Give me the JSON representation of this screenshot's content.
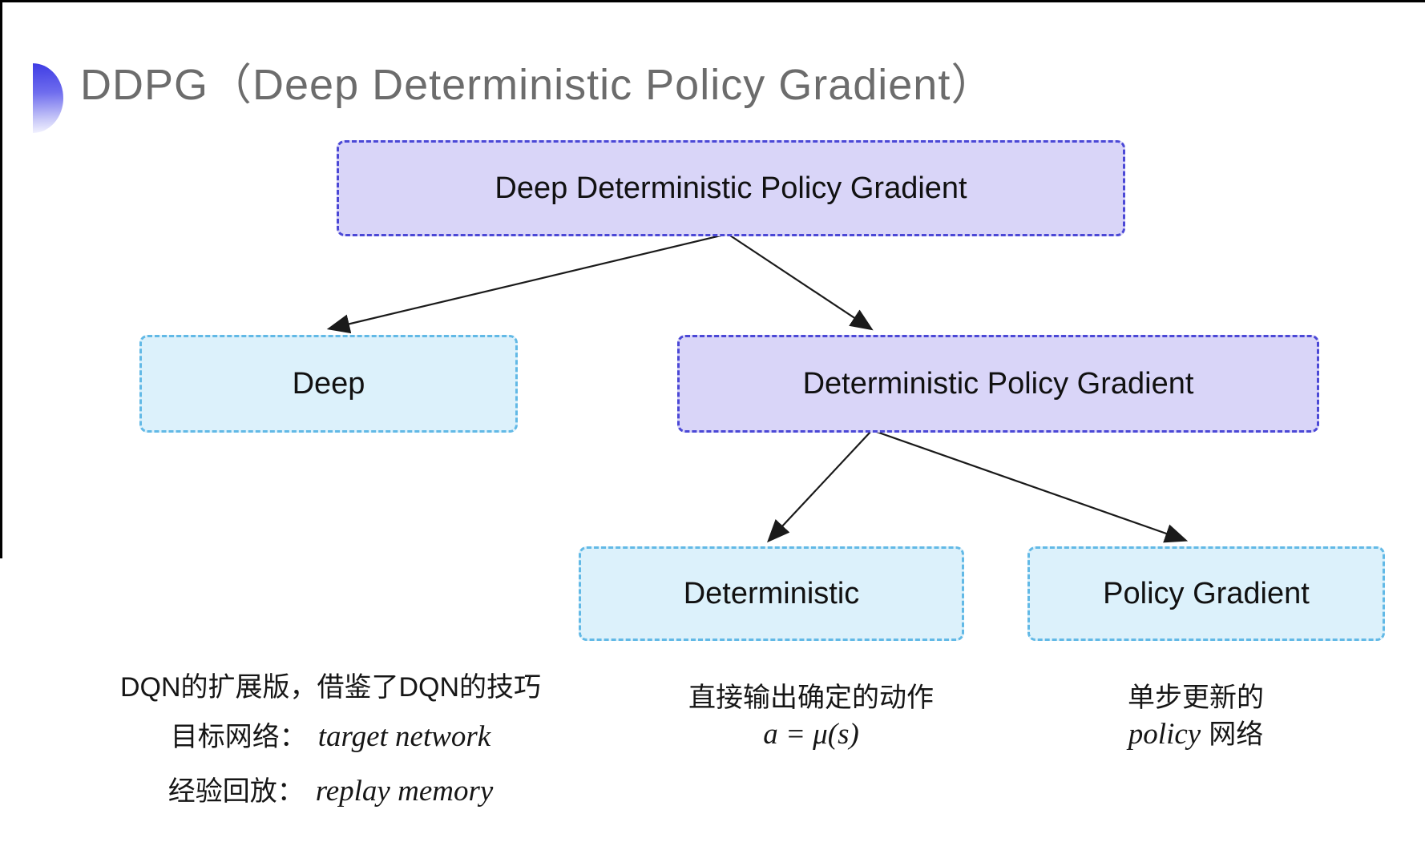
{
  "title": "DDPG（Deep Deterministic Policy Gradient）",
  "tree": {
    "root": {
      "label": "Deep Deterministic Policy Gradient"
    },
    "level2": [
      {
        "label": "Deep"
      },
      {
        "label": "Deterministic Policy Gradient"
      }
    ],
    "level3": [
      {
        "label": "Deterministic"
      },
      {
        "label": "Policy Gradient"
      }
    ]
  },
  "notes": {
    "deep": {
      "line1": "DQN的扩展版，借鉴了DQN的技巧",
      "line2_zh": "目标网络：",
      "line2_en": "target network",
      "line3_zh": "经验回放：",
      "line3_en": "replay memory"
    },
    "deterministic": {
      "line1": "直接输出确定的动作",
      "formula": "a = μ(s)"
    },
    "policy_gradient": {
      "line1": "单步更新的",
      "line2_en": "policy",
      "line2_zh": "网络"
    }
  },
  "colors": {
    "purple_fill": "#d9d5f8",
    "purple_border": "#4b48d6",
    "cyan_fill": "#dcf1fb",
    "cyan_border": "#62b9e6",
    "arrow": "#1a1a1a",
    "title_gray": "#6c6c6c"
  }
}
